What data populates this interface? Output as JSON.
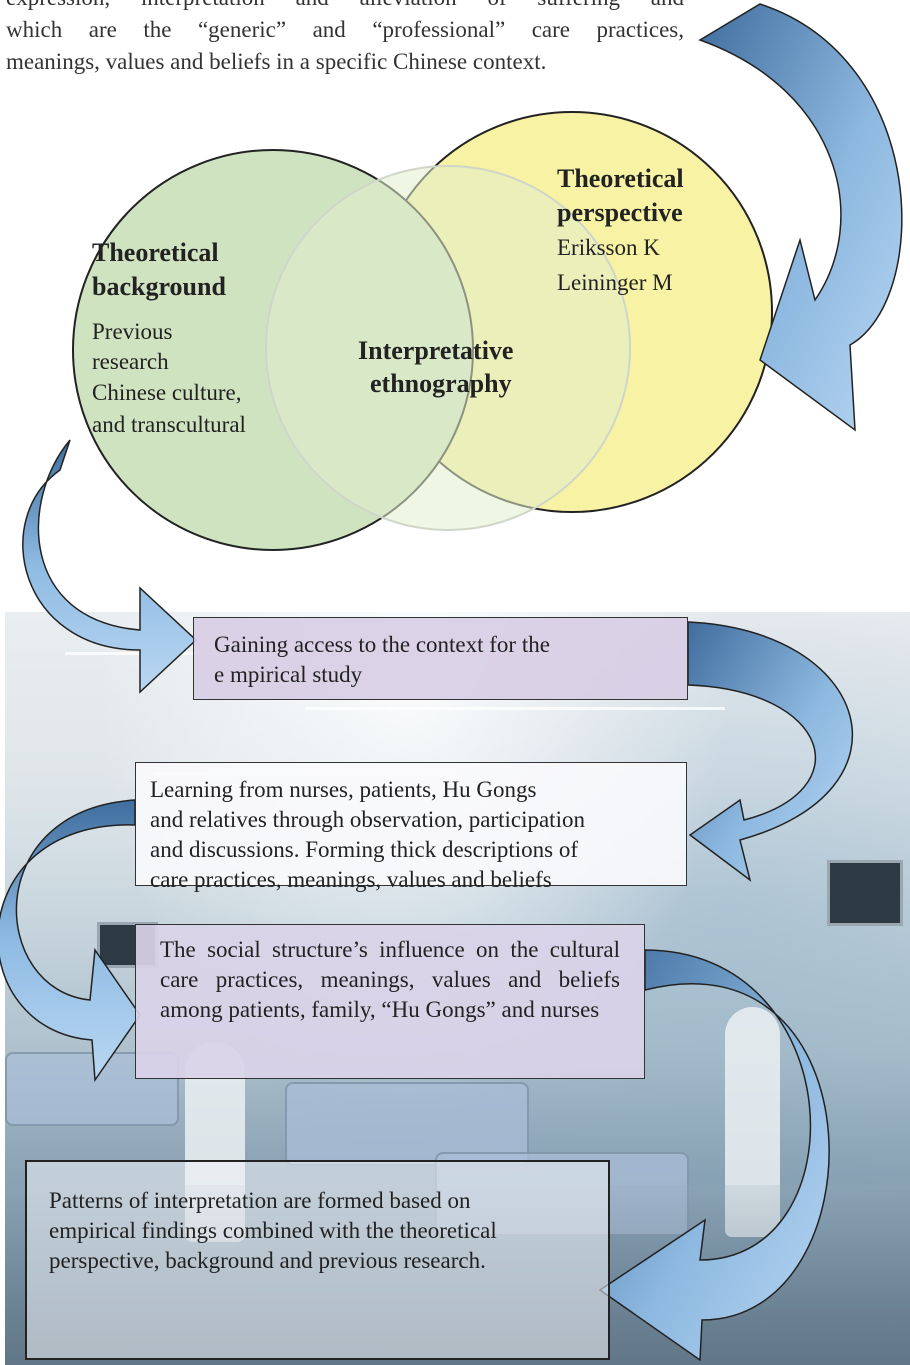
{
  "intro": {
    "line1": "expression, interpretation and alleviation of suffering and",
    "line2": "which are the “generic” and “professional” care practices,",
    "line3": "meanings, values and beliefs in a specific Chinese context."
  },
  "circles": {
    "background": {
      "title_line1": "Theoretical",
      "title_line2": "background",
      "items": [
        "Previous",
        "research",
        "Chinese culture,",
        "and transcultural"
      ]
    },
    "perspective": {
      "title_line1": "Theoretical",
      "title_line2": "perspective",
      "items": [
        "Eriksson K",
        "Leininger M"
      ]
    },
    "center": {
      "line1": "Interpretative",
      "line2": "ethnography"
    }
  },
  "boxes": {
    "step1": {
      "line1": "Gaining access to the context for the",
      "line2": "e mpirical study"
    },
    "step2": {
      "line1": "Learning from nurses, patients, Hu Gongs",
      "line2": "and relatives through observation, participation",
      "line3": "and discussions.  Forming thick descriptions of",
      "line4": "care practices, meanings, values and beliefs"
    },
    "step3": {
      "text": "The social structure’s influence on the cultural care practices, meanings, values and beliefs among patients, family, “Hu Gongs” and nurses"
    },
    "step4": {
      "line1": "Patterns of interpretation are formed based on",
      "line2": "empirical findings combined with the theoretical",
      "line3": "perspective, background and previous research."
    }
  },
  "colors": {
    "green_circle": "#cfe3c0",
    "yellow_circle": "#f7f2a4",
    "arrow_dark": "#4a78a8",
    "arrow_light": "#9ec6ea",
    "box_lavender": "#d7cde4"
  }
}
